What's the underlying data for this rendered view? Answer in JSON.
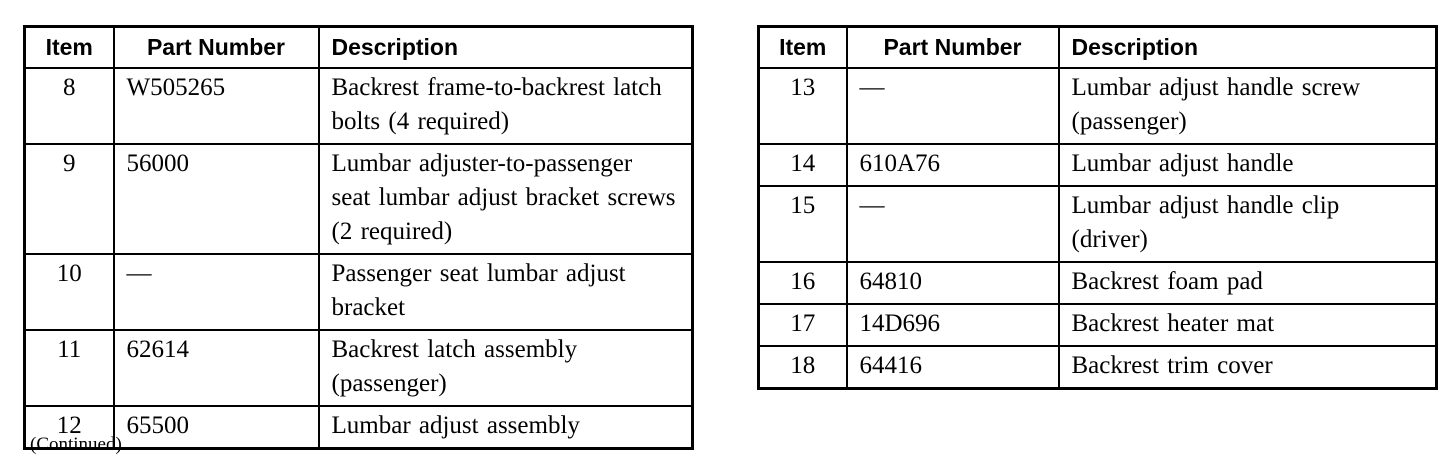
{
  "colors": {
    "background": "#ffffff",
    "text": "#000000",
    "border": "#000000"
  },
  "tables": [
    {
      "name": "parts-table-left",
      "headers": [
        "Item",
        "Part Number",
        "Description"
      ],
      "rows": [
        {
          "item": "8",
          "part_number": "W505265",
          "description": "Backrest frame-to-backrest latch bolts (4 required)"
        },
        {
          "item": "9",
          "part_number": "56000",
          "description": "Lumbar adjuster-to-passenger seat lumbar adjust bracket screws (2 required)"
        },
        {
          "item": "10",
          "part_number": "—",
          "description": "Passenger seat lumbar adjust bracket"
        },
        {
          "item": "11",
          "part_number": "62614",
          "description": "Backrest latch assembly (passenger)"
        },
        {
          "item": "12",
          "part_number": "65500",
          "description": "Lumbar adjust assembly"
        }
      ],
      "footer": "(Continued)"
    },
    {
      "name": "parts-table-right",
      "headers": [
        "Item",
        "Part Number",
        "Description"
      ],
      "rows": [
        {
          "item": "13",
          "part_number": "—",
          "description": "Lumbar adjust handle screw (passenger)"
        },
        {
          "item": "14",
          "part_number": "610A76",
          "description": "Lumbar adjust handle"
        },
        {
          "item": "15",
          "part_number": "—",
          "description": "Lumbar adjust handle clip (driver)"
        },
        {
          "item": "16",
          "part_number": "64810",
          "description": "Backrest foam pad"
        },
        {
          "item": "17",
          "part_number": "14D696",
          "description": "Backrest heater mat"
        },
        {
          "item": "18",
          "part_number": "64416",
          "description": "Backrest trim cover"
        }
      ]
    }
  ]
}
